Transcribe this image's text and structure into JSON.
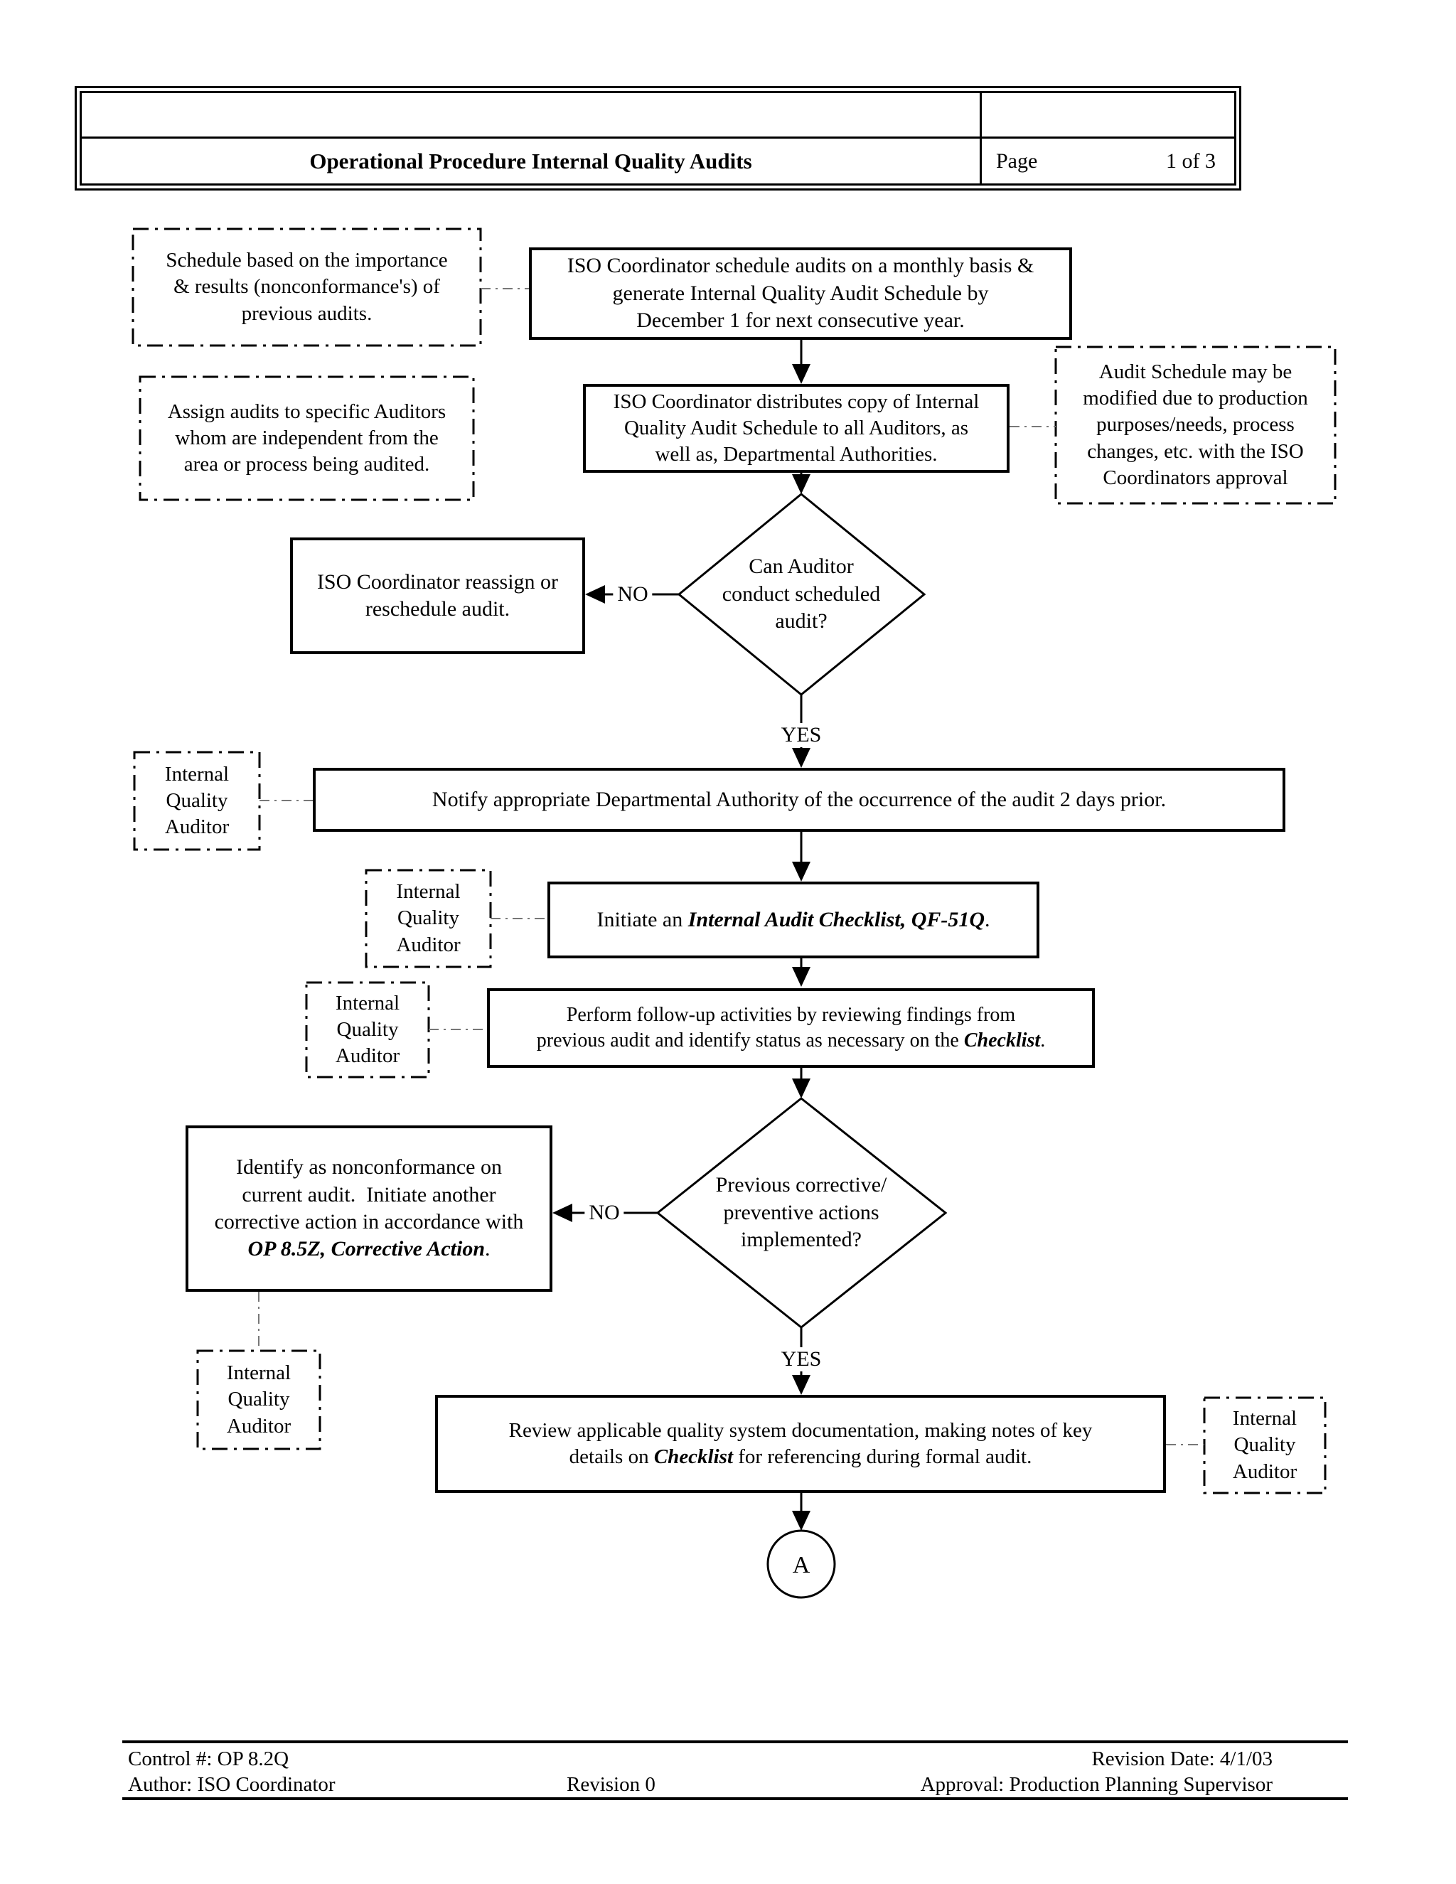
{
  "header": {
    "title": "Operational Procedure Internal Quality Audits",
    "page_label": "Page",
    "page_value": "1 of 3"
  },
  "flow": {
    "note_schedule": [
      [
        "Schedule based on the importance"
      ],
      [
        "& results (nonconformance's) of"
      ],
      [
        "previous audits."
      ]
    ],
    "step_schedule": [
      [
        "ISO Coordinator schedule audits on a monthly basis &"
      ],
      [
        "generate Internal Quality Audit Schedule by"
      ],
      [
        "December 1 for next consecutive year."
      ]
    ],
    "note_assign": [
      [
        "Assign audits to specific Auditors"
      ],
      [
        "whom are independent from the"
      ],
      [
        "area or process being audited."
      ]
    ],
    "step_distribute": [
      [
        "ISO Coordinator distributes copy of Internal"
      ],
      [
        "Quality Audit Schedule to all Auditors, as"
      ],
      [
        "well as, Departmental Authorities."
      ]
    ],
    "note_modify": [
      [
        "Audit Schedule may be"
      ],
      [
        "modified due to production"
      ],
      [
        "purposes/needs, process"
      ],
      [
        "changes, etc. with the ISO"
      ],
      [
        "Coordinators approval"
      ]
    ],
    "decision_conduct": [
      [
        "Can Auditor"
      ],
      [
        "conduct scheduled"
      ],
      [
        "audit?"
      ]
    ],
    "step_reassign": [
      [
        "ISO Coordinator reassign or"
      ],
      [
        "reschedule audit."
      ]
    ],
    "step_notify": [
      [
        "Notify appropriate Departmental Authority of the occurrence of the audit 2 days prior."
      ]
    ],
    "step_initiate": [
      [
        "Initiate an ",
        {
          "t": "Internal Audit Checklist, QF-51Q",
          "bi": true
        },
        "."
      ]
    ],
    "step_followup": [
      [
        "Perform follow-up activities by reviewing findings from"
      ],
      [
        "previous audit and identify status as necessary on the ",
        {
          "t": "Checklist",
          "bi": true
        },
        "."
      ]
    ],
    "decision_previous": [
      [
        "Previous corrective/"
      ],
      [
        "preventive actions"
      ],
      [
        "implemented?"
      ]
    ],
    "step_nonconformance": [
      [
        "Identify as nonconformance on"
      ],
      [
        "current audit.  Initiate another"
      ],
      [
        "corrective action in accordance with"
      ],
      [
        {
          "t": "OP 8.5Z, Corrective Action",
          "bi": true
        },
        "."
      ]
    ],
    "step_review": [
      [
        "Review applicable quality system documentation, making notes of key"
      ],
      [
        "details on ",
        {
          "t": "Checklist",
          "bi": true
        },
        " for referencing during formal audit."
      ]
    ],
    "role_auditor": [
      [
        "Internal"
      ],
      [
        "Quality"
      ],
      [
        "Auditor"
      ]
    ],
    "label_yes": "YES",
    "label_no": "NO",
    "connector_a": "A"
  },
  "footer": {
    "control": "Control #: OP 8.2Q",
    "revision_date": "Revision Date: 4/1/03",
    "author": "Author: ISO Coordinator",
    "revision": "Revision 0",
    "approval": "Approval: Production Planning Supervisor"
  }
}
